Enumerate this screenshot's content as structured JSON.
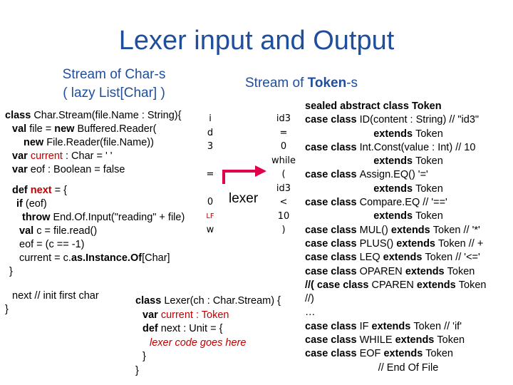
{
  "slide": {
    "title": "Lexer input and Output",
    "left_heading_line1": "Stream of Char-s",
    "left_heading_line2": "( lazy List[Char] )",
    "right_heading_prefix": "Stream of ",
    "right_heading_bold": "Token",
    "right_heading_suffix": "-s",
    "lexer_label": "lexer"
  },
  "charstream": {
    "l1a": "class ",
    "l1b": "Char.Stream(file.Name : String){",
    "l2": "val file = new Buffered.Reader(",
    "l3a": "new ",
    "l3b": "File.Reader(file.Name))",
    "l4a": "var ",
    "l4b": "current",
    "l4c": " : Char = ' '",
    "l5": "var eof : Boolean = false",
    "l6a": "def ",
    "l6b": "next",
    "l6c": " = {",
    "l7a": "if ",
    "l7b": "(eof)",
    "l8a": "throw ",
    "l8b": "End.Of.Input(\"reading\" + file)",
    "l9": "val c = file.read()",
    "l10": "eof = (c == -1)",
    "l11a": "current = c.",
    "l11b": "as.Instance.Of",
    "l11c": "[Char]",
    "l12": "}",
    "l13": "next // init first char",
    "l14": "}"
  },
  "char_stream_values": [
    "i",
    "d",
    "3",
    "",
    "=",
    "",
    "0",
    "LF",
    "w"
  ],
  "token_stream_values": [
    "id3",
    "=",
    "0",
    "while",
    "(",
    "id3",
    "<",
    "10",
    ")"
  ],
  "lexer_class": {
    "l1a": "class ",
    "l1b": "Lexer(ch : Char.Stream) {",
    "l2a": "var ",
    "l2b": "current : Token",
    "l3a": "def ",
    "l3b": "next : Unit = {",
    "l4": "lexer code goes here",
    "l5": "}",
    "l6": "}"
  },
  "tokens": {
    "t1a": "sealed abstract class ",
    "t1b": "Token",
    "t2a": "case class ",
    "t2b": "ID(content : String) // \"id3\"",
    "t3a": "extends ",
    "t3b": "Token",
    "t4a": "case class ",
    "t4b": "Int.Const(value : Int) // 10",
    "t5a": "extends ",
    "t5b": "Token",
    "t6a": "case class ",
    "t6b": "Assign.EQ() '='",
    "t7a": "extends ",
    "t7b": "Token",
    "t8a": "case class ",
    "t8b": "Compare.EQ // '=='",
    "t9a": "extends ",
    "t9b": "Token",
    "t10a": "case class ",
    "t10b": "MUL() ",
    "t10c": "extends ",
    "t10d": "Token // '*'",
    "t11a": "case  class ",
    "t11b": "PLUS() ",
    "t11c": "extends ",
    "t11d": "Token // +",
    "t12a": "case class ",
    "t12b": "LEQ ",
    "t12c": "extends ",
    "t12d": "Token // '<='",
    "t13a": "case class ",
    "t13b": "OPAREN ",
    "t13c": "extends ",
    "t13d": "Token",
    "t14a": "//( case class ",
    "t14b": "CPAREN ",
    "t14c": "extends ",
    "t14d": "Token",
    "t15": "//)",
    "t16": "…",
    "t17a": "case class ",
    "t17b": "IF ",
    "t17c": "extends ",
    "t17d": "Token // 'if'",
    "t18a": "case class ",
    "t18b": "WHILE ",
    "t18c": "extends ",
    "t18d": "Token",
    "t19a": "case class ",
    "t19b": "EOF ",
    "t19c": "extends ",
    "t19d": "Token",
    "t20": "// End Of File"
  },
  "colors": {
    "title": "#1f4e9c",
    "keyword_red": "#c00000",
    "arrow": "#e0004d"
  }
}
